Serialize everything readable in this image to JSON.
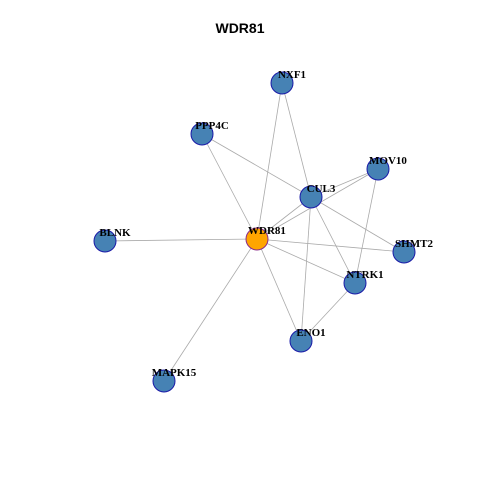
{
  "title": "WDR81",
  "colors": {
    "node_fill": "#4682B4",
    "node_stroke": "#1a1aa8",
    "center_fill": "#FFA500",
    "center_stroke": "#8a2b8a",
    "edge": "#aaaaaa"
  },
  "nodes": [
    {
      "id": "WDR81",
      "label": "WDR81",
      "center": true
    },
    {
      "id": "NXF1",
      "label": "NXF1"
    },
    {
      "id": "PPP4C",
      "label": "PPP4C"
    },
    {
      "id": "MOV10",
      "label": "MOV10"
    },
    {
      "id": "CUL3",
      "label": "CUL3"
    },
    {
      "id": "BLNK",
      "label": "BLNK"
    },
    {
      "id": "SHMT2",
      "label": "SHMT2"
    },
    {
      "id": "NTRK1",
      "label": "NTRK1"
    },
    {
      "id": "ENO1",
      "label": "ENO1"
    },
    {
      "id": "MAPK15",
      "label": "MAPK15"
    }
  ],
  "edges": [
    [
      "WDR81",
      "NXF1"
    ],
    [
      "WDR81",
      "PPP4C"
    ],
    [
      "WDR81",
      "MOV10"
    ],
    [
      "WDR81",
      "CUL3"
    ],
    [
      "WDR81",
      "BLNK"
    ],
    [
      "WDR81",
      "SHMT2"
    ],
    [
      "WDR81",
      "NTRK1"
    ],
    [
      "WDR81",
      "ENO1"
    ],
    [
      "WDR81",
      "MAPK15"
    ],
    [
      "NXF1",
      "CUL3"
    ],
    [
      "PPP4C",
      "CUL3"
    ],
    [
      "CUL3",
      "MOV10"
    ],
    [
      "CUL3",
      "SHMT2"
    ],
    [
      "CUL3",
      "NTRK1"
    ],
    [
      "CUL3",
      "ENO1"
    ],
    [
      "MOV10",
      "NTRK1"
    ],
    [
      "NTRK1",
      "ENO1"
    ]
  ]
}
